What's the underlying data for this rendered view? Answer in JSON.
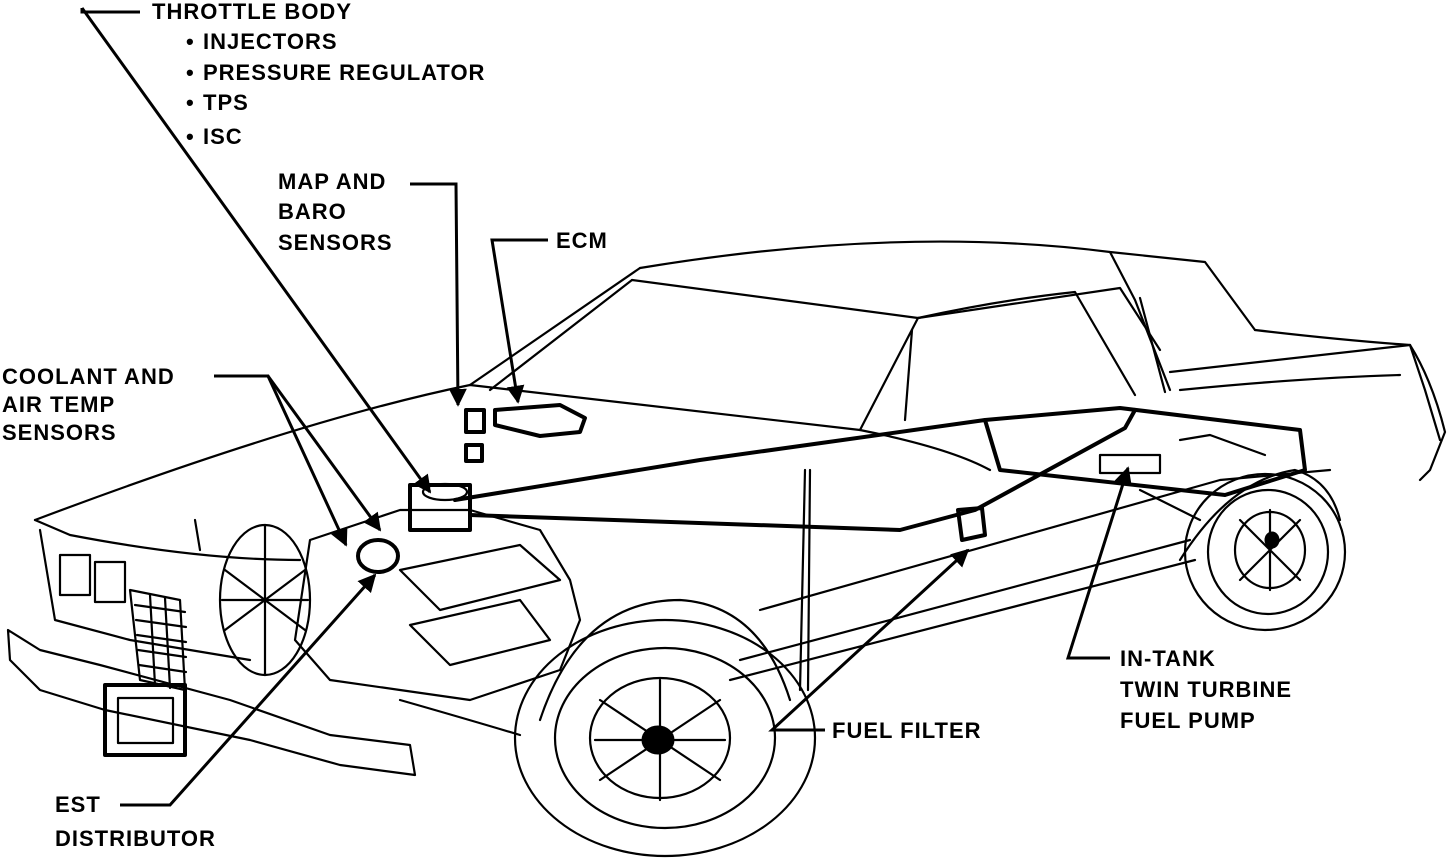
{
  "labels": {
    "throttle_body": "THROTTLE BODY",
    "throttle_items": [
      "INJECTORS",
      "PRESSURE REGULATOR",
      "TPS",
      "ISC"
    ],
    "map_baro": [
      "MAP AND",
      "BARO",
      "SENSORS"
    ],
    "ecm": "ECM",
    "coolant": [
      "COOLANT AND",
      "AIR TEMP",
      "SENSORS"
    ],
    "est": [
      "EST",
      "DISTRIBUTOR"
    ],
    "fuel_filter": "FUEL FILTER",
    "fuel_pump": [
      "IN-TANK",
      "TWIN TURBINE",
      "FUEL PUMP"
    ]
  }
}
